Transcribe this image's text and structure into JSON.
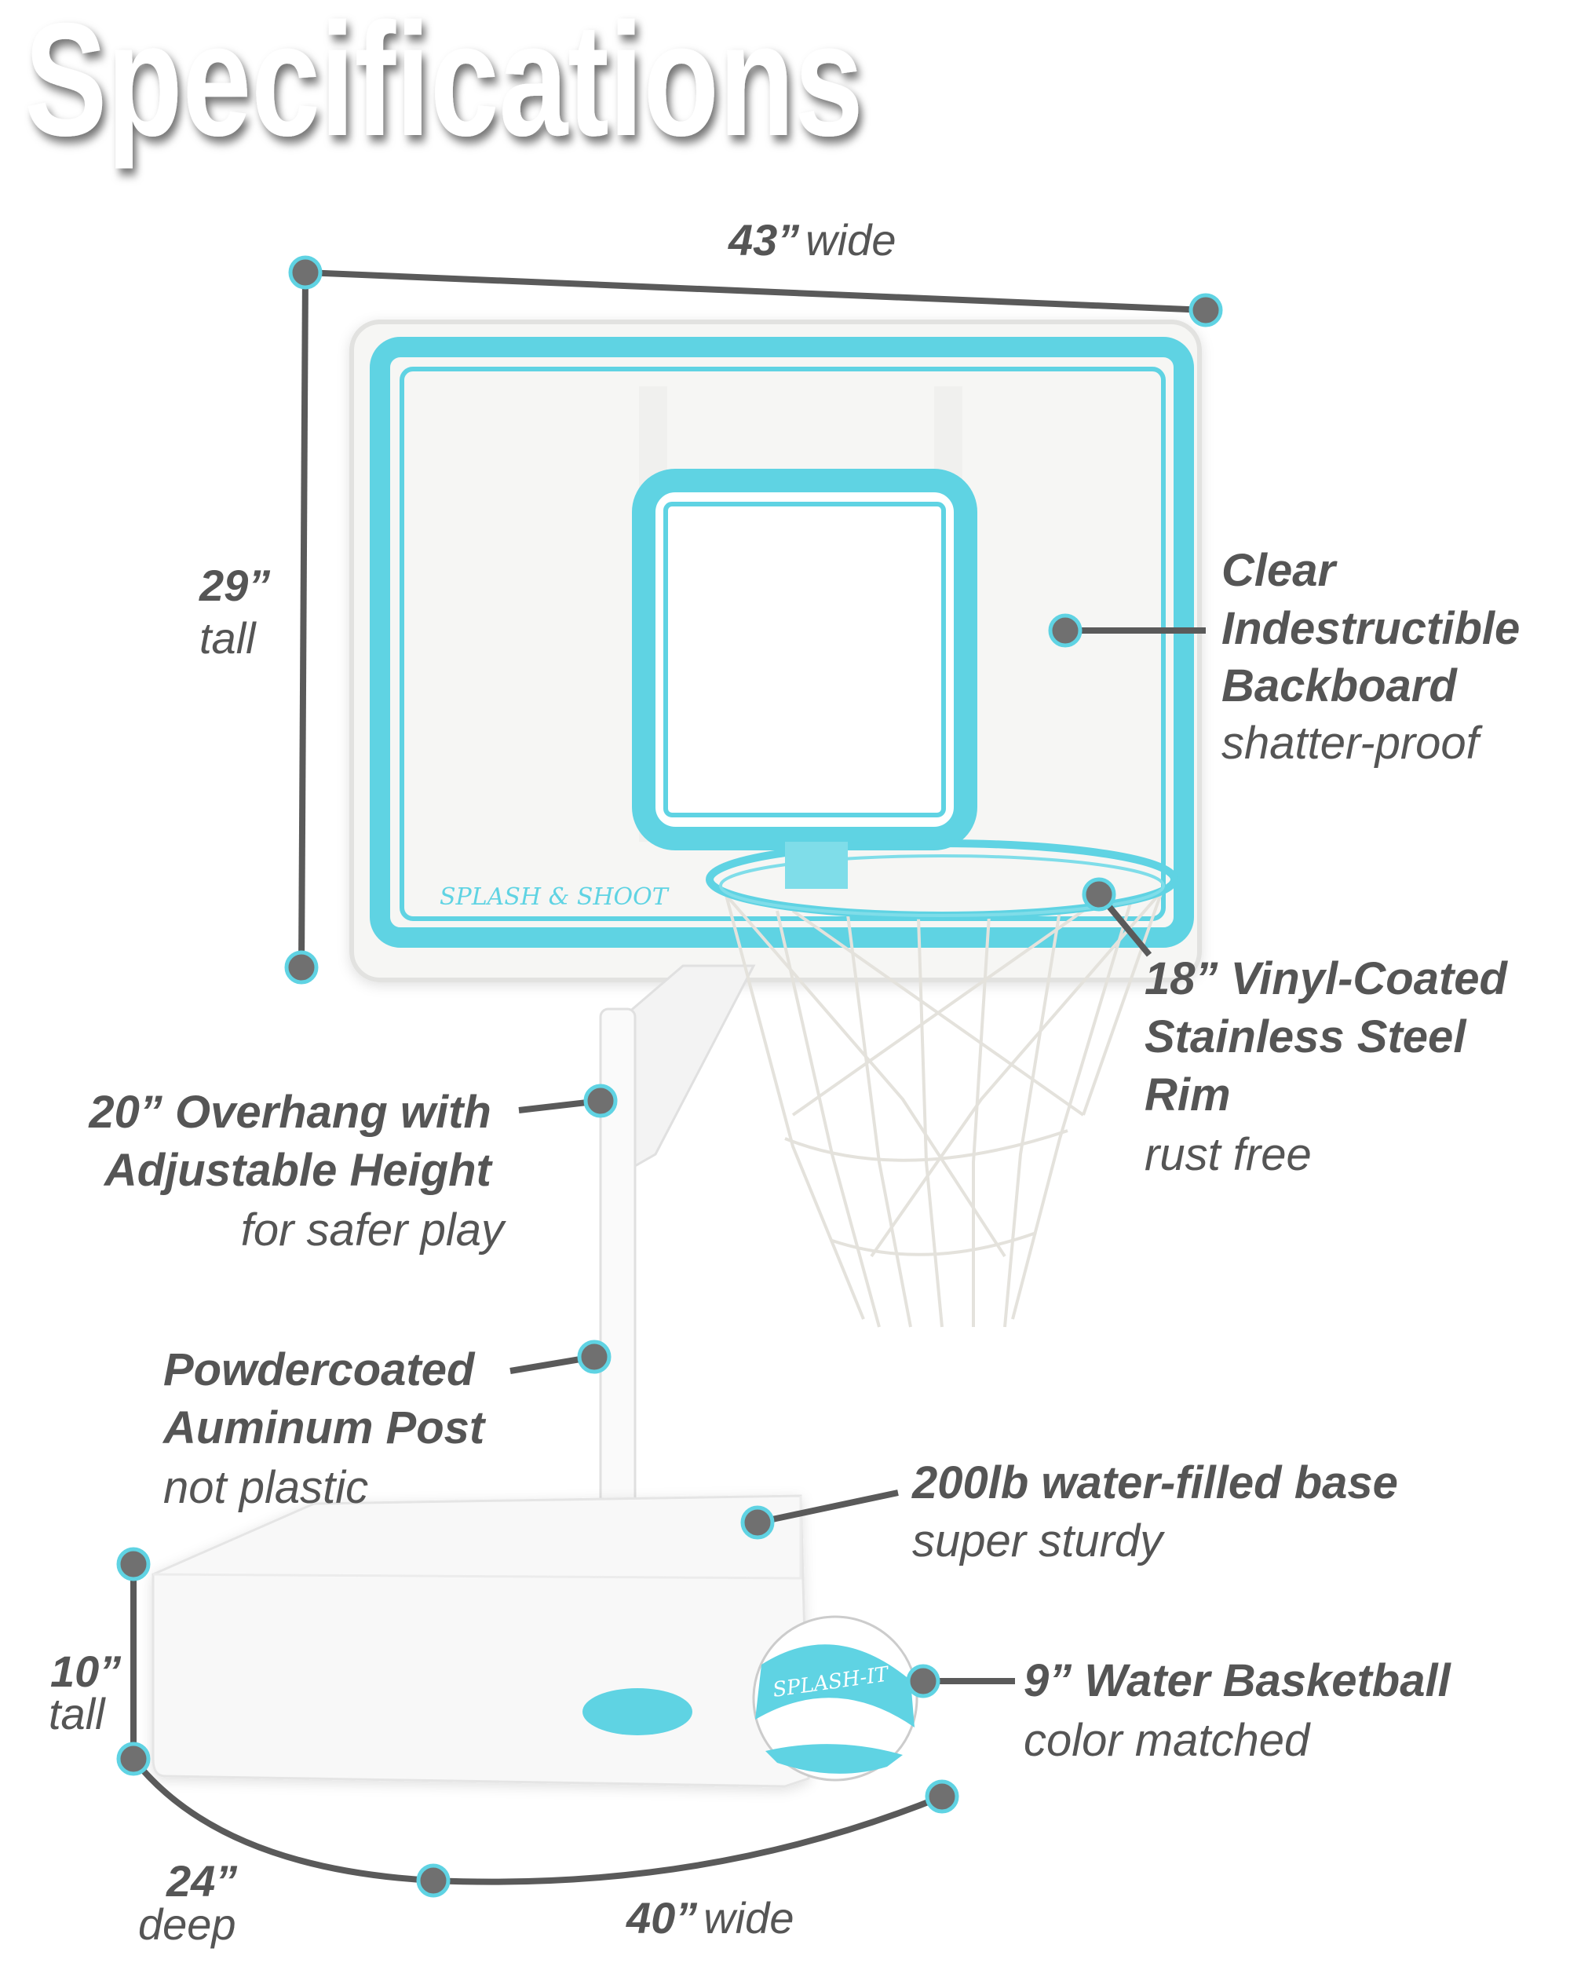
{
  "title": "Specifications",
  "colors": {
    "accent": "#5fd3e3",
    "text": "#555555",
    "dot": "#707070",
    "line": "#5a5a5a"
  },
  "dimensions": {
    "backboard_width": {
      "value": "43”",
      "unit": "wide"
    },
    "backboard_height": {
      "value": "29”",
      "unit": "tall"
    },
    "base_height": {
      "value": "10”",
      "unit": "tall"
    },
    "base_depth": {
      "value": "24”",
      "unit": "deep"
    },
    "base_width": {
      "value": "40”",
      "unit": "wide"
    }
  },
  "features": {
    "backboard": {
      "lines": [
        "Clear",
        "Indestructible",
        "Backboard"
      ],
      "note": "shatter-proof"
    },
    "rim": {
      "lines": [
        "18” Vinyl-Coated",
        "Stainless Steel",
        "Rim"
      ],
      "note": "rust free"
    },
    "overhang": {
      "lines": [
        "20” Overhang with",
        "Adjustable Height"
      ],
      "note": "for safer play"
    },
    "post": {
      "lines": [
        "Powdercoated",
        "Auminum Post"
      ],
      "note": "not plastic"
    },
    "base": {
      "lines": [
        "200lb water-filled base"
      ],
      "note": "super sturdy"
    },
    "ball": {
      "lines": [
        "9” Water Basketball"
      ],
      "note": "color matched"
    }
  },
  "logos": {
    "backboard": "SPLASH & SHOOT",
    "ball": "SPLASH-IT"
  }
}
